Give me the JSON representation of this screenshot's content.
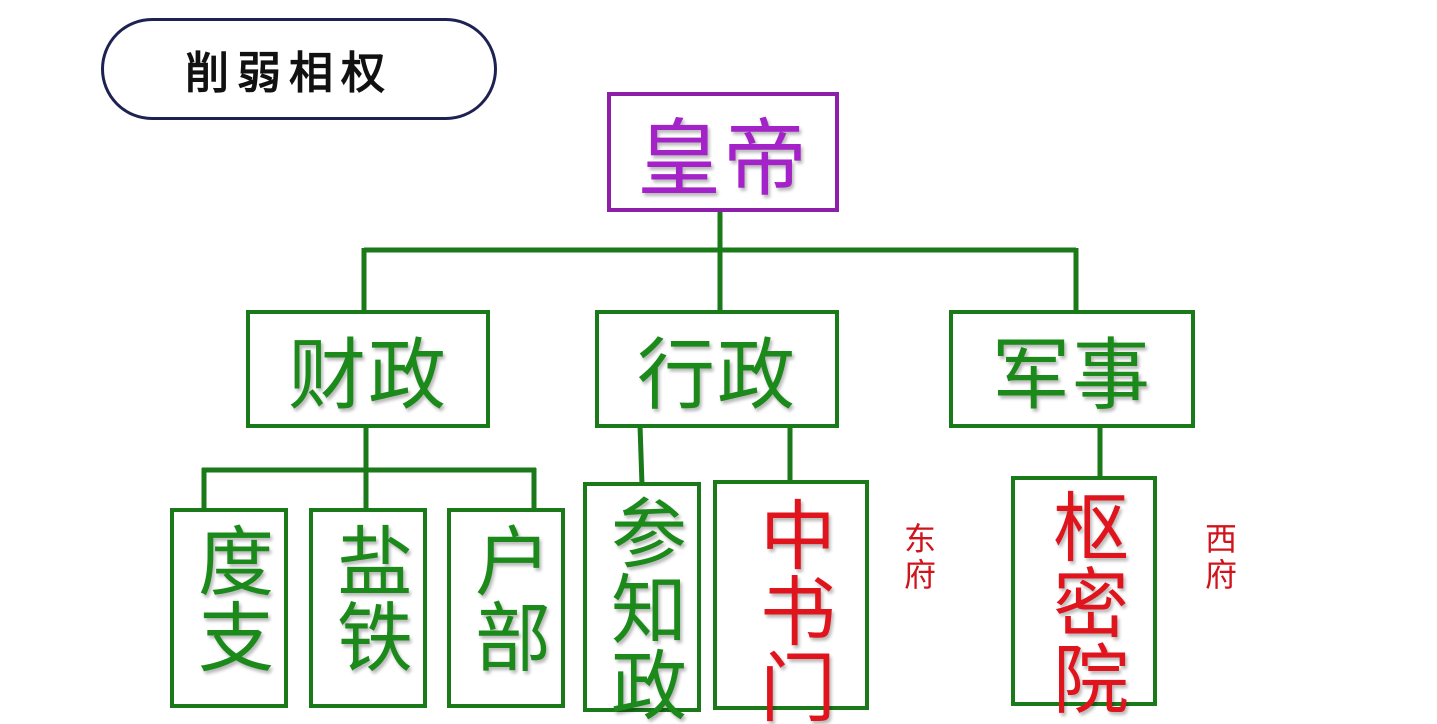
{
  "title": "削弱相权",
  "root": {
    "label": "皇帝"
  },
  "branches": [
    {
      "label": "财政",
      "children": [
        "度支",
        "盐铁",
        "户部"
      ]
    },
    {
      "label": "行政",
      "children": [
        "参知政",
        "中书门"
      ]
    },
    {
      "label": "军事",
      "children": [
        "枢密院"
      ]
    }
  ],
  "notes": {
    "east": "东府",
    "west": "西府"
  },
  "colors": {
    "root": "#a323c8",
    "branch": "#1b8a1b",
    "highlight": "#e0141c",
    "title_border": "#1d2252"
  }
}
